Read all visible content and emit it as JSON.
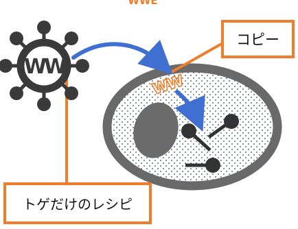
{
  "top_text": "WWE",
  "labels": {
    "copy": "コピー",
    "recipe": "トゲだけのレシピ"
  },
  "virus_label": "WW",
  "copied_label": "WW",
  "colors": {
    "virus_body": "#3a3a3a",
    "cell_wall": "#696969",
    "nucleus": "#6b6b6b",
    "accent_orange": "#ee7d2c",
    "arrow_blue": "#3e6fd1",
    "dots": "#334455"
  }
}
